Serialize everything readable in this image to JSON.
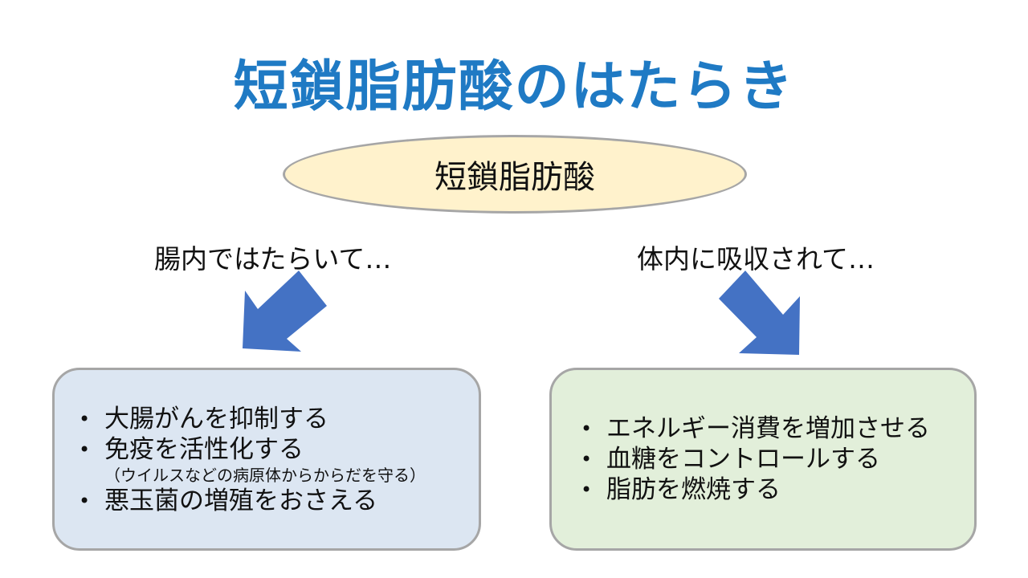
{
  "title": "短鎖脂肪酸のはたらき",
  "center": "短鎖脂肪酸",
  "left": {
    "heading": "腸内ではたらいて…",
    "items": [
      "大腸がんを抑制する",
      "免疫を活性化する",
      "悪玉菌の増殖をおさえる"
    ],
    "note": "（ウイルスなどの病原体からからだを守る）"
  },
  "right": {
    "heading": "体内に吸収されて…",
    "items": [
      "エネルギー消費を増加させる",
      "血糖をコントロールする",
      "脂肪を燃焼する"
    ]
  },
  "colors": {
    "title": "#1f7ac4",
    "arrow": "#4472c4",
    "ellipse": "#fff2cc",
    "left_box": "#dce6f2",
    "right_box": "#e2efda"
  }
}
